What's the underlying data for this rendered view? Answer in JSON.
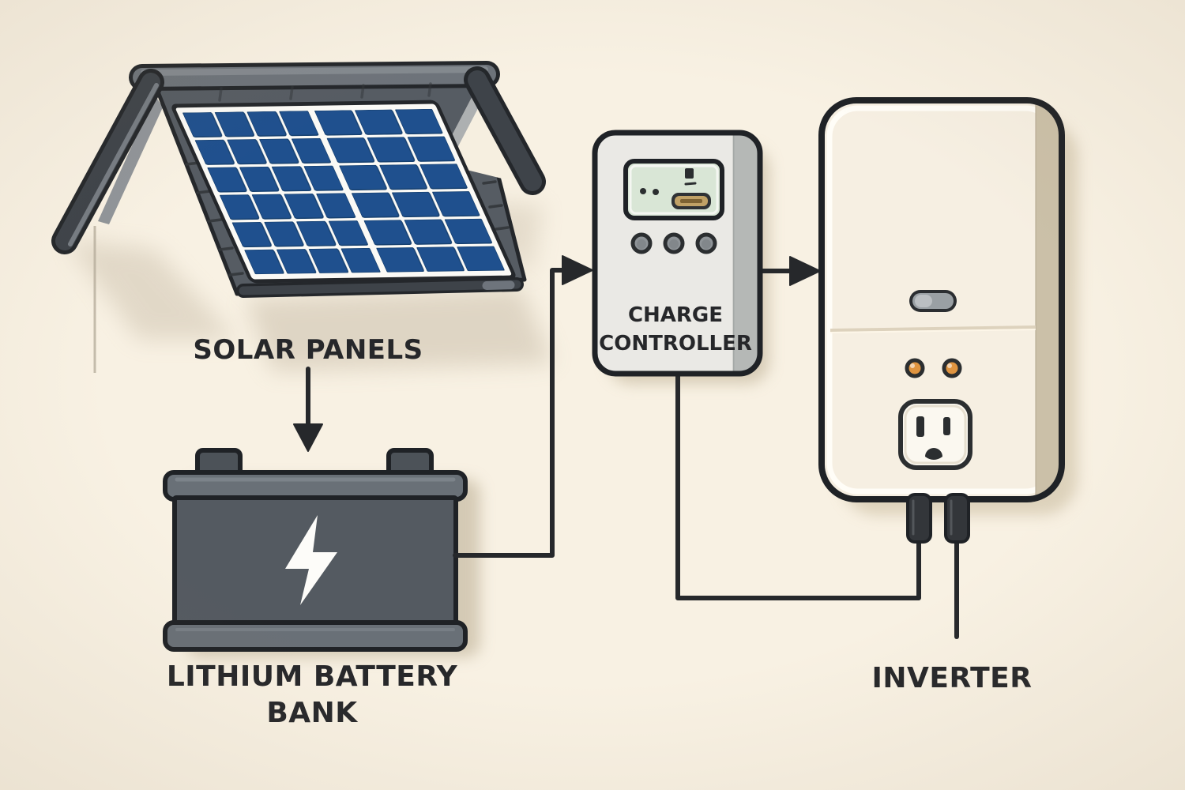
{
  "diagram": {
    "type": "solar-power-system-flow",
    "background_color": "#f8f1e3",
    "wire_color": "#26282b",
    "text_color": "#26272a",
    "components": {
      "solar_panels": {
        "label": "SOLAR PANELS",
        "cell_color": "#1f508e",
        "roof_color": "#565c63"
      },
      "battery": {
        "label_line1": "LITHIUM BATTERY",
        "label_line2": "BANK",
        "body_color": "#545a61",
        "icon": "lightning-bolt"
      },
      "charge_controller": {
        "label_line1": "CHARGE",
        "label_line2": "CONTROLLER",
        "body_color": "#eae9e5",
        "screen_color": "#d9e6d6",
        "button_count": 3
      },
      "inverter": {
        "label": "INVERTER",
        "body_color": "#f6efe2",
        "led_color": "#df9440",
        "icon": "power-outlet"
      }
    },
    "connections": [
      {
        "from": "solar-panels",
        "to": "lithium-battery-bank",
        "style": "arrow"
      },
      {
        "from": "lithium-battery-bank",
        "to": "charge-controller",
        "style": "arrow"
      },
      {
        "from": "charge-controller",
        "to": "inverter",
        "style": "arrow"
      },
      {
        "from": "charge-controller",
        "to": "inverter-plug",
        "style": "wire"
      }
    ]
  }
}
